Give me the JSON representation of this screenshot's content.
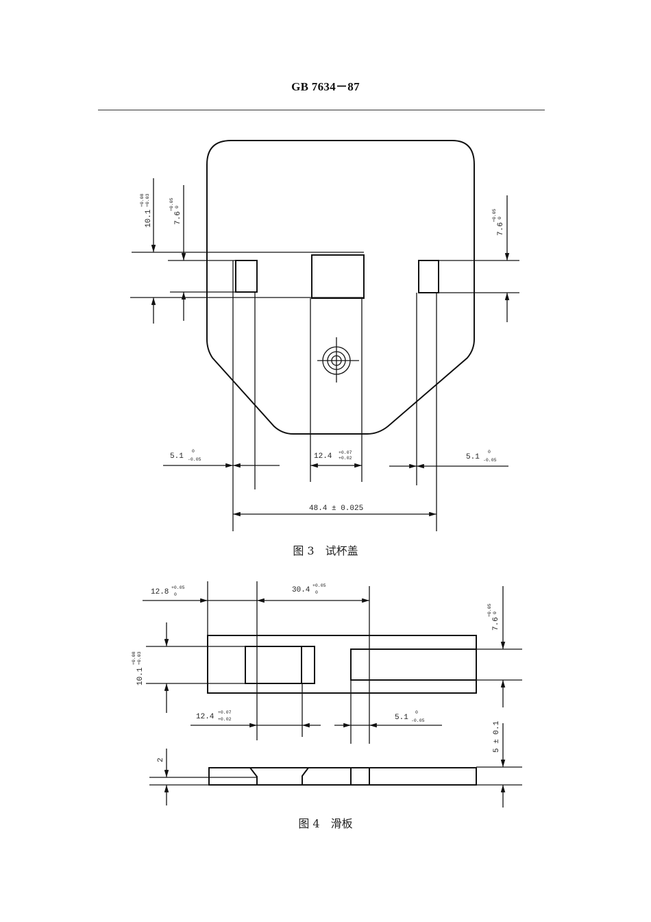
{
  "document": {
    "standard_code": "GB 7634－87"
  },
  "figure3": {
    "number": "图 3",
    "title": "试杯盖",
    "dimensions": {
      "left_height_outer": {
        "base": "10.1",
        "upper": "+0.08",
        "lower": "+0.03"
      },
      "left_height_inner": {
        "base": "7.6",
        "upper": "+0.05",
        "lower": "0"
      },
      "right_height": {
        "base": "7.6",
        "upper": "+0.05",
        "lower": "0"
      },
      "left_slot_width": {
        "base": "5.1",
        "upper": "0",
        "lower": "-0.05"
      },
      "center_slot_width": {
        "base": "12.4",
        "upper": "+0.07",
        "lower": "+0.02"
      },
      "right_slot_width": {
        "base": "5.1",
        "upper": "0",
        "lower": "-0.05"
      },
      "overall_span": "48.4 ± 0.025"
    }
  },
  "figure4": {
    "number": "图 4",
    "title": "滑板",
    "dimensions": {
      "left_offset": {
        "base": "12.8",
        "upper": "+0.05",
        "lower": "0"
      },
      "center_distance": {
        "base": "30.4",
        "upper": "+0.05",
        "lower": "0"
      },
      "slot_height_left": {
        "base": "10.1",
        "upper": "+0.08",
        "lower": "+0.03"
      },
      "slot_height_right": {
        "base": "7.6",
        "upper": "+0.05",
        "lower": "0"
      },
      "center_slot_width": {
        "base": "12.4",
        "upper": "+0.07",
        "lower": "+0.02"
      },
      "right_slot_width": {
        "base": "5.1",
        "upper": "0",
        "lower": "-0.05"
      },
      "plate_thickness": "5 ± 0.1",
      "step_depth": "2"
    }
  }
}
